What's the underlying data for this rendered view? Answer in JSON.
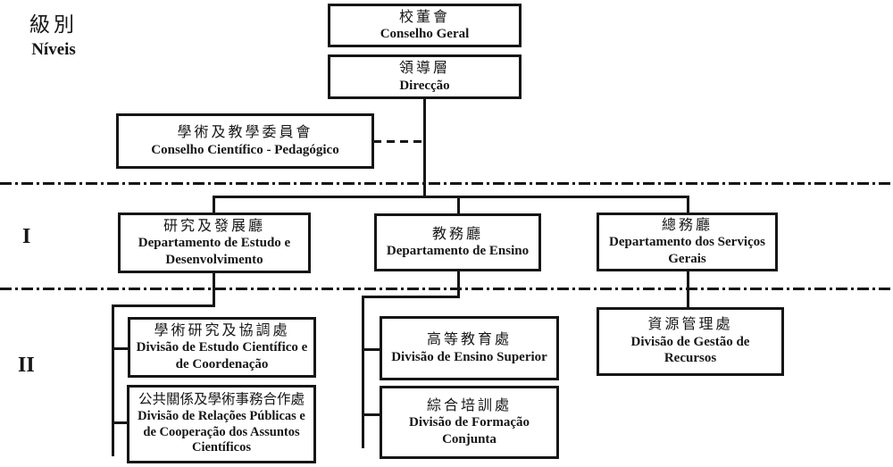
{
  "page": {
    "background": "#ffffff",
    "line_color": "#161616",
    "description": "Bilingual (Chinese / Portuguese) organisation chart with level dividers"
  },
  "legend": {
    "zh": "級別",
    "pt": "Níveis"
  },
  "levels": {
    "level1": "I",
    "level2": "II"
  },
  "nodes": {
    "board": {
      "zh": "校董會",
      "pt": "Conselho Geral"
    },
    "direction": {
      "zh": "領導層",
      "pt": "Direcção"
    },
    "council": {
      "zh": "學術及教學委員會",
      "pt": "Conselho Científico - Pedagógico"
    },
    "dept_estudo": {
      "zh": "研究及發展廳",
      "pt": "Departamento de Estudo e Desenvolvimento"
    },
    "dept_ensino": {
      "zh": "教務廳",
      "pt": "Departamento de Ensino"
    },
    "dept_servicos": {
      "zh": "總務廳",
      "pt": "Departamento dos Serviços Gerais"
    },
    "div_estudo": {
      "zh": "學術研究及協調處",
      "pt": "Divisão de Estudo Científico e de Coordenação"
    },
    "div_relacoes": {
      "zh": "公共關係及學術事務合作處",
      "pt": "Divisão de Relações Públicas e de Cooperação dos Assuntos Científicos"
    },
    "div_superior": {
      "zh": "高等教育處",
      "pt": "Divisão de Ensino Superior"
    },
    "div_formacao": {
      "zh": "綜合培訓處",
      "pt": "Divisão de Formação Conjunta"
    },
    "div_recursos": {
      "zh": "資源管理處",
      "pt": "Divisão de Gestão de Recursos"
    }
  }
}
